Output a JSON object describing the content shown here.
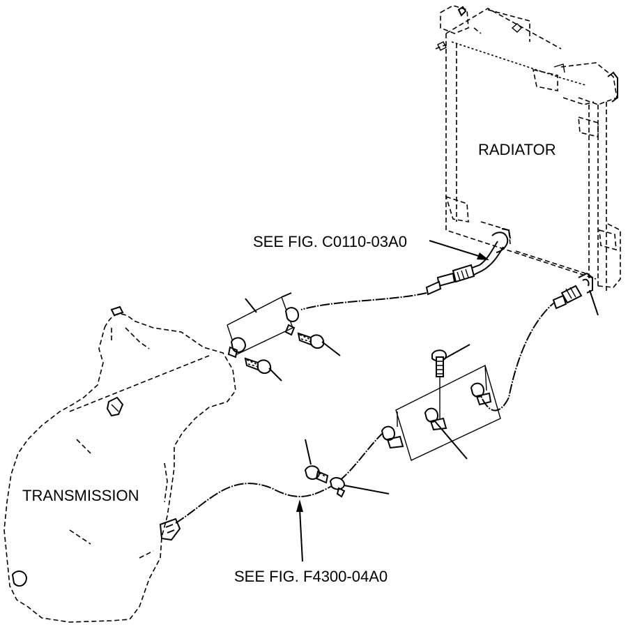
{
  "labels": {
    "radiator": "RADIATOR",
    "transmission": "TRANSMISSION",
    "ref_upper": "SEE FIG. C0110-03A0",
    "ref_lower": "SEE FIG. F4300-04A0"
  }
}
